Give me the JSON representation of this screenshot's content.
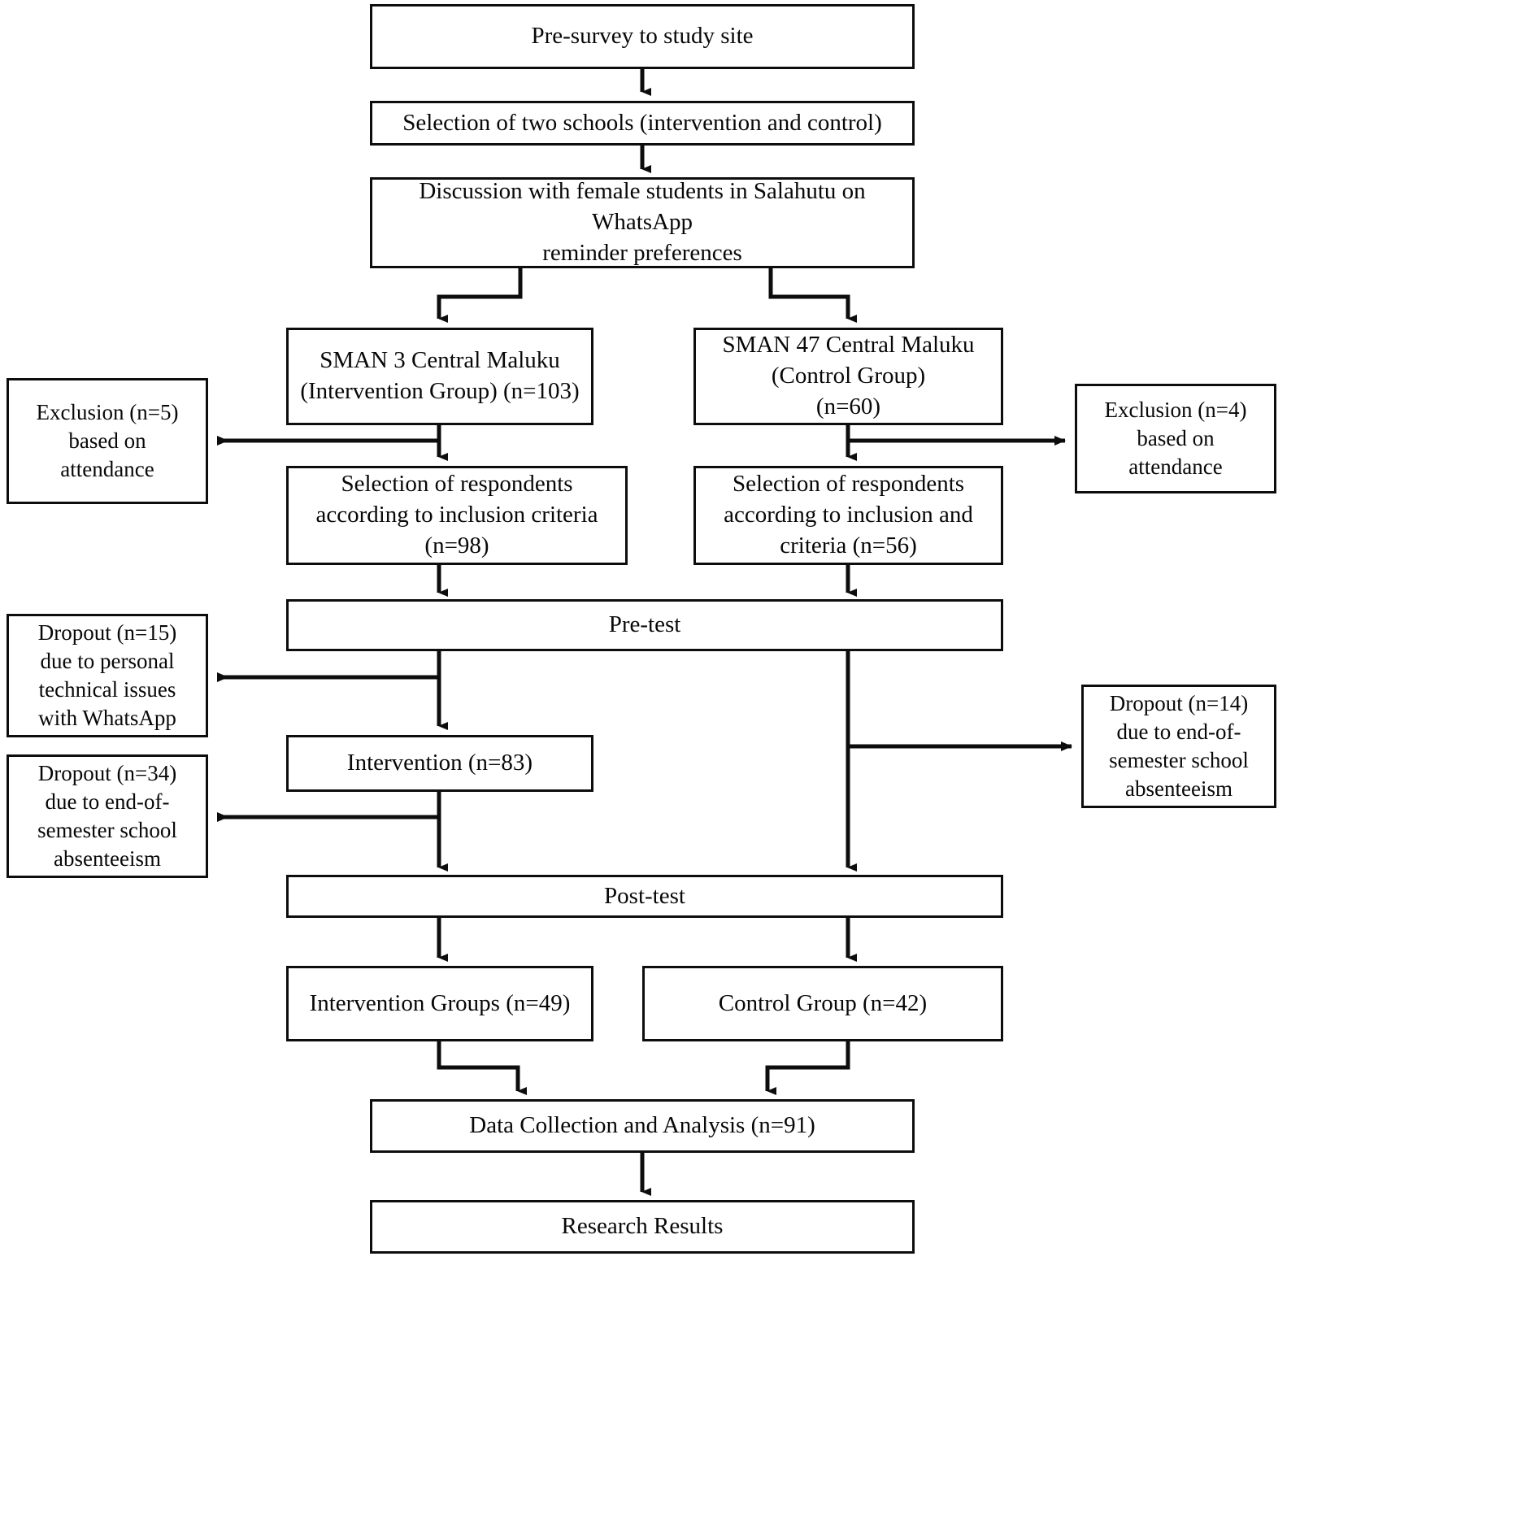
{
  "diagram": {
    "title": "Study participant flow diagram",
    "type": "flowchart",
    "stroke_color": "#0d0d0d",
    "background_color": "#ffffff",
    "nodes": {
      "pre_survey": "Pre-survey to study site",
      "school_selection": "Selection of two schools (intervention and control)",
      "discussion": "Discussion with female students in Salahutu on WhatsApp\nreminder preferences",
      "intervention_school": "SMAN 3 Central Maluku\n(Intervention Group) (n=103)",
      "control_school": "SMAN 47 Central Maluku\n(Control Group)\n(n=60)",
      "exclusion_left": "Exclusion (n=5)\nbased on\nattendance",
      "exclusion_right": "Exclusion (n=4)\nbased on\nattendance",
      "selection_left": "Selection of respondents\naccording to inclusion criteria\n(n=98)",
      "selection_right": "Selection of respondents\naccording to inclusion and\ncriteria (n=56)",
      "pre_test": "Pre-test",
      "dropout_left_1": "Dropout (n=15)\ndue to personal\ntechnical issues\nwith WhatsApp",
      "dropout_left_2": "Dropout (n=34)\ndue to end-of-\nsemester school\nabsenteeism",
      "dropout_right_1": "Dropout (n=14)\ndue to end-of-\nsemester school\nabsenteeism",
      "intervention": "Intervention (n=83)",
      "post_test": "Post-test",
      "intervention_groups": "Intervention Groups (n=49)",
      "control_group": "Control Group (n=42)",
      "data_collection": "Data Collection and Analysis (n=91)",
      "research_results": "Research Results"
    },
    "counts": {
      "intervention_school_n": 103,
      "control_school_n": 60,
      "exclusion_left_n": 5,
      "exclusion_right_n": 4,
      "selection_left_n": 98,
      "selection_right_n": 56,
      "dropout_left_1_n": 15,
      "dropout_left_2_n": 34,
      "dropout_right_1_n": 14,
      "intervention_n": 83,
      "intervention_groups_n": 49,
      "control_group_n": 42,
      "data_collection_n": 91
    }
  }
}
